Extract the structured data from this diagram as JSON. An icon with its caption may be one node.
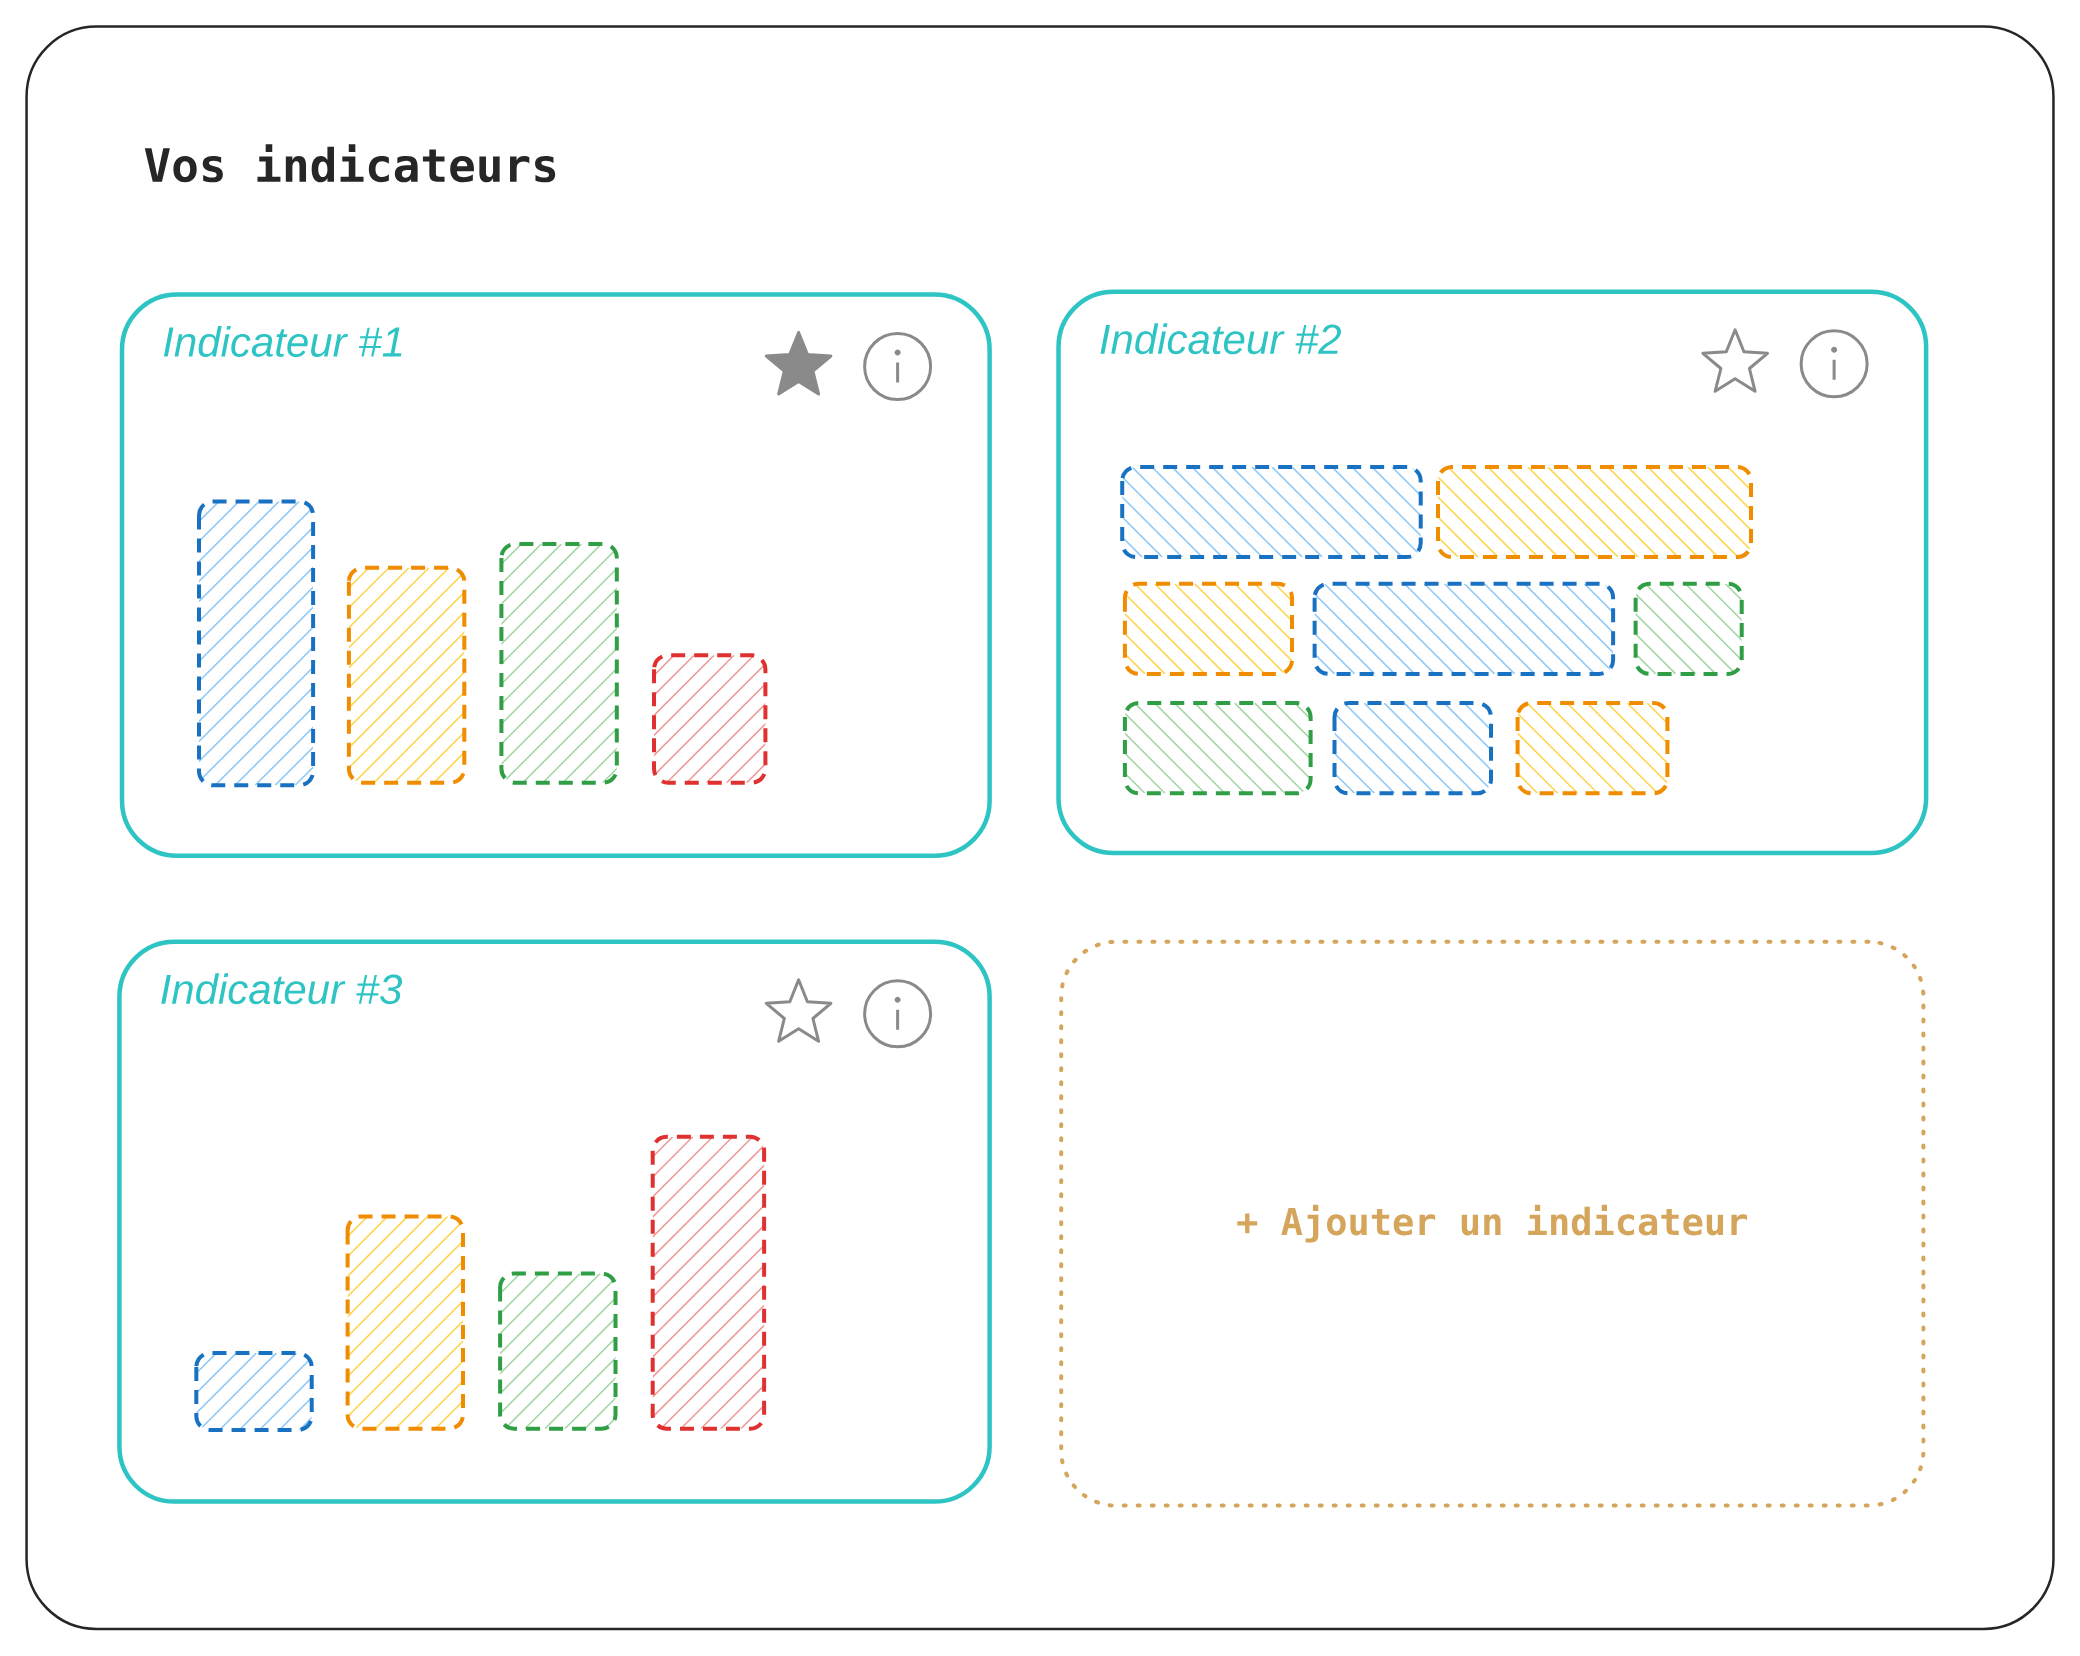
{
  "diagram": {
    "title": "Vos indicateurs",
    "nodes": [
      {
        "text": [],
        "shape": "box"
      },
      {
        "text": [
          "Indicateur #1"
        ],
        "in": 0
      },
      {
        "text": [
          "Indicateur #2"
        ],
        "in": 0
      },
      {
        "text": [
          "Indicateur #3"
        ],
        "in": 0
      },
      {
        "text": [
          "+ Ajouter un indicateur"
        ],
        "in": 0
      }
    ]
  }
}
